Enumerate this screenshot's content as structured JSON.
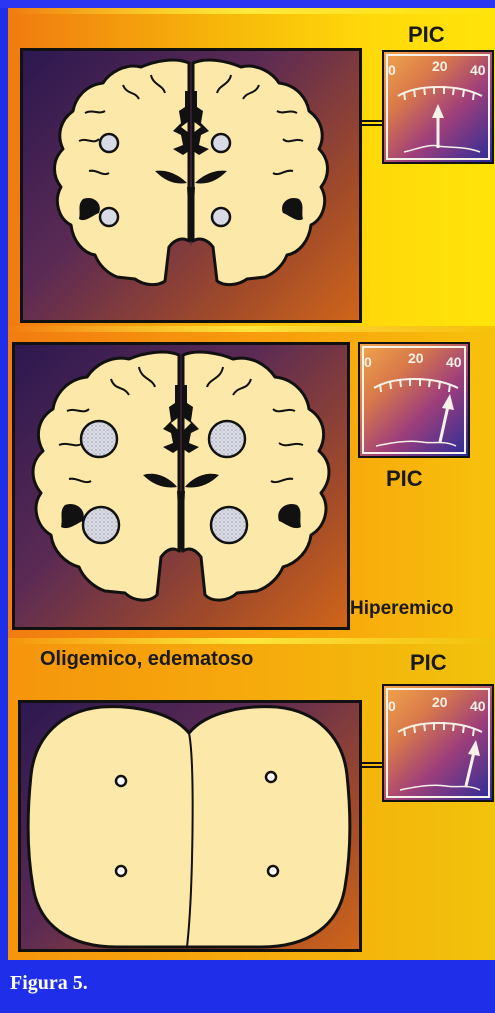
{
  "figure": {
    "caption": "Figura 5.",
    "panels": [
      {
        "id": "normal",
        "gauge_label": "PIC",
        "state_label": "",
        "gauge_ticks": [
          "0",
          "20",
          "40"
        ],
        "lesions": "small-spots"
      },
      {
        "id": "hyperemic",
        "gauge_label": "PIC",
        "state_label": "Hiperemico",
        "gauge_ticks": [
          "0",
          "20",
          "40"
        ],
        "lesions": "large-spots"
      },
      {
        "id": "oligemic",
        "gauge_label": "PIC",
        "state_label": "Oligemico, edematoso",
        "gauge_ticks": [
          "0",
          "20",
          "40"
        ],
        "lesions": "swollen-brain"
      }
    ]
  },
  "colors": {
    "frame_blue": "#1f2ee8",
    "brain_fill": "#fce8a8",
    "outline": "#111111",
    "spot": "#d8dbe6"
  }
}
